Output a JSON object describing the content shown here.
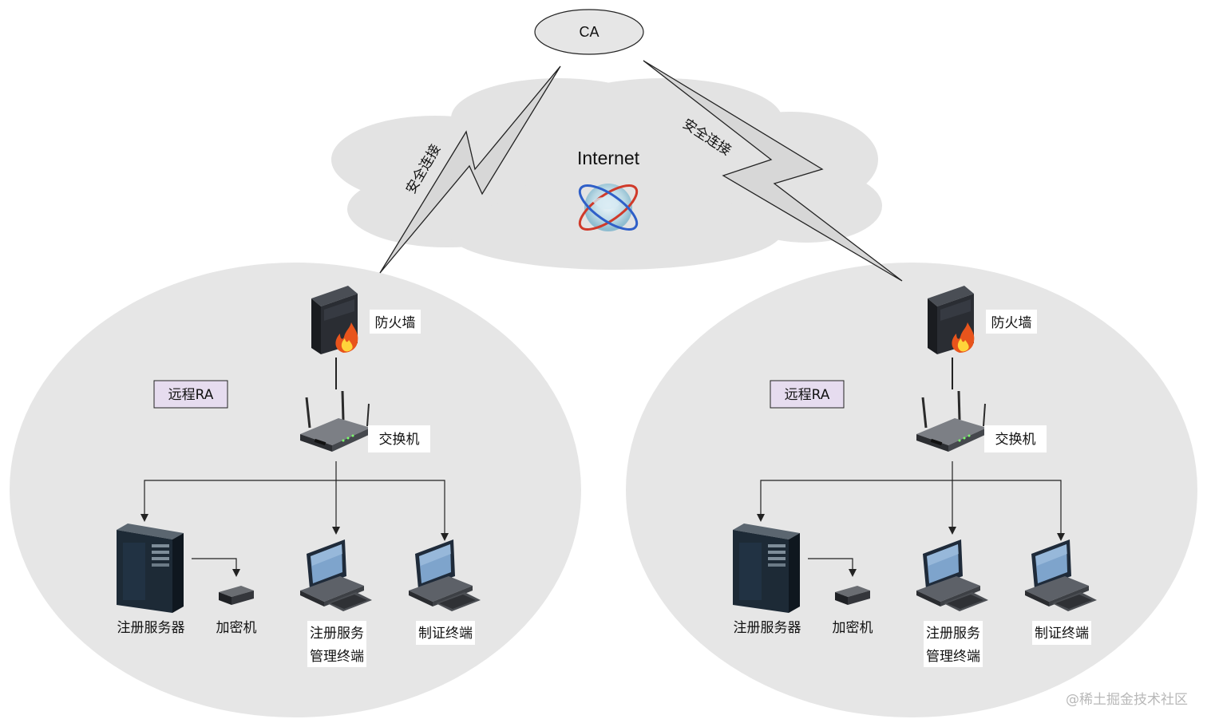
{
  "ca": {
    "label": "CA"
  },
  "internet": {
    "label": "Internet"
  },
  "connections": {
    "left_label": "安全连接",
    "right_label": "安全连接"
  },
  "sites": [
    {
      "title": "远程RA",
      "firewall": "防火墙",
      "switch": "交换机",
      "register_server": "注册服务器",
      "encryptor": "加密机",
      "mgmt_terminal_line1": "注册服务",
      "mgmt_terminal_line2": "管理终端",
      "cert_terminal": "制证终端"
    },
    {
      "title": "远程RA",
      "firewall": "防火墙",
      "switch": "交换机",
      "register_server": "注册服务器",
      "encryptor": "加密机",
      "mgmt_terminal_line1": "注册服务",
      "mgmt_terminal_line2": "管理终端",
      "cert_terminal": "制证终端"
    }
  ],
  "watermark": "@稀土掘金技术社区",
  "colors": {
    "site_bg": "#e6e6e6",
    "cloud": "#e3e3e3",
    "bolt_fill": "#d7d7d7",
    "ra_box_bg": "#e6dcef",
    "line": "#222222"
  }
}
